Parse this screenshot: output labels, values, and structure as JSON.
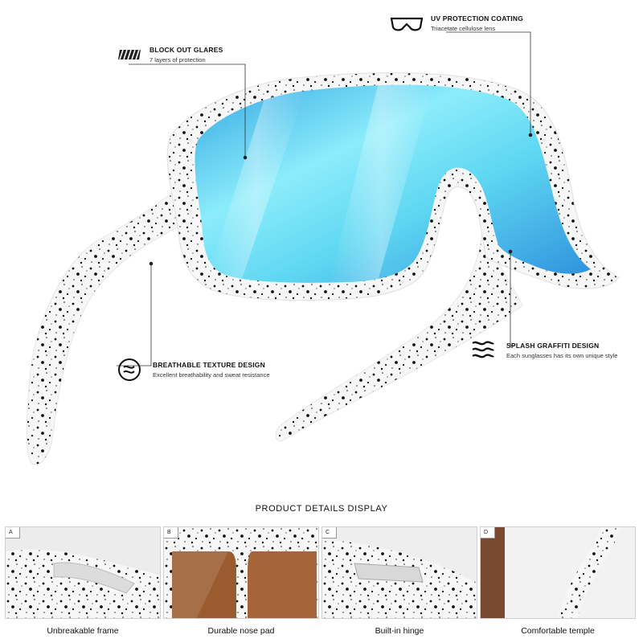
{
  "callouts": {
    "uv": {
      "title": "UV PROTECTION COATING",
      "sub": "Triacetate cellulose lens",
      "icon": "glasses-outline-icon"
    },
    "glare": {
      "title": "BLOCK OUT GLARES",
      "sub": "7 layers of protection",
      "icon": "striped-lens-icon"
    },
    "breathable": {
      "title": "BREATHABLE TEXTURE DESIGN",
      "sub": "Excellent breathability and sweat resistance",
      "icon": "breathable-circle-icon"
    },
    "splash": {
      "title": "SPLASH GRAFFITI DESIGN",
      "sub": "Each sunglasses has its own unique style",
      "icon": "wavy-lines-icon"
    }
  },
  "section_title": "PRODUCT DETAILS DISPLAY",
  "details": [
    {
      "letter": "A",
      "caption": "Unbreakable frame"
    },
    {
      "letter": "B",
      "caption": "Durable nose pad"
    },
    {
      "letter": "C",
      "caption": "Built-in hinge"
    },
    {
      "letter": "D",
      "caption": "Comfortable temple"
    }
  ],
  "colors": {
    "lens_light": "#9ef0fb",
    "lens_mid": "#55d2ee",
    "lens_dark": "#2f8fd8",
    "frame": "#f7f7f7",
    "speckle": "#111111",
    "brown_lens": "#9a5c2e"
  }
}
